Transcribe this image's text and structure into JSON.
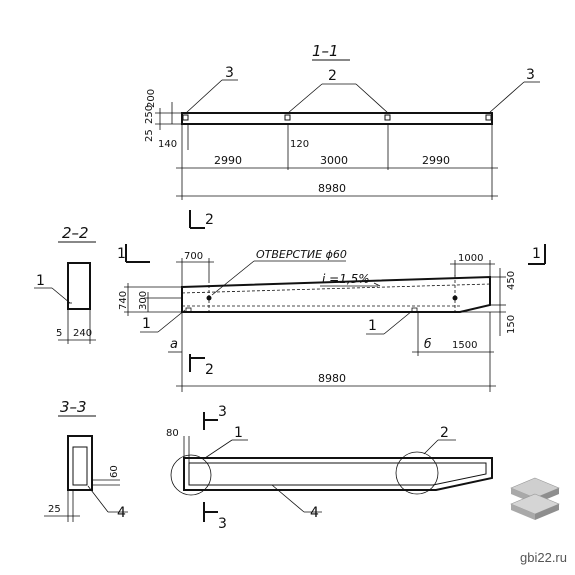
{
  "sections": {
    "s11": "1–1",
    "s22": "2–2",
    "s33": "3–3"
  },
  "dims_top": {
    "d250": "250",
    "d200": "200",
    "d25": "25",
    "d140": "140",
    "d120": "120",
    "d2990a": "2990",
    "d3000": "3000",
    "d2990b": "2990",
    "d8980": "8980"
  },
  "callouts": {
    "c3a": "3",
    "c2": "2",
    "c3b": "3",
    "c1a": "1",
    "c1b": "1",
    "c1c": "1",
    "c1d": "1",
    "c2b": "2",
    "c4a": "4",
    "c4b": "4"
  },
  "main": {
    "hole_label": "ОТВЕРСТИЕ ϕ60",
    "slope": "i =1,5%",
    "d700": "700",
    "d1000": "1000",
    "d740": "740",
    "d300": "300",
    "d450": "450",
    "d150": "150",
    "d1500": "1500",
    "d8980": "8980",
    "a_mark": "а",
    "b_mark": "б",
    "cut1_left": "1",
    "cut1_right": "1",
    "cut2_top": "2",
    "cut2_bottom": "2"
  },
  "sec22": {
    "d5": "5",
    "d240": "240"
  },
  "sec33": {
    "d60": "60",
    "d25": "25"
  },
  "plan": {
    "d80": "80",
    "cut3_top": "3",
    "cut3_bottom": "3"
  },
  "watermark": "gbi22.ru"
}
